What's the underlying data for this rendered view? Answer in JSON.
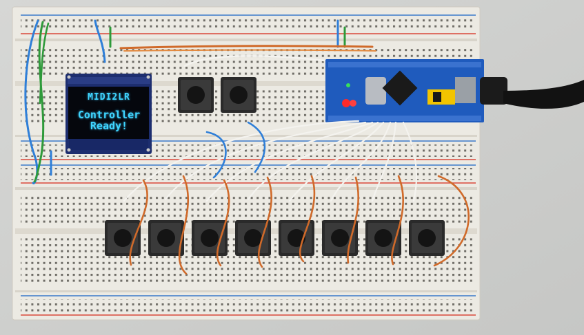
{
  "photo": {
    "subject": "breadboard-midi-controller"
  },
  "oled": {
    "line1": "MIDI2LR",
    "line2": "Controller",
    "line3": "Ready!"
  },
  "colors": {
    "background": "#cfd0ce",
    "breadboard": "#eceae3",
    "rail_red": "#d9483b",
    "rail_blue": "#3a79c9",
    "oled_text": "#3fd6ff",
    "mcu_board": "#1f5bbd",
    "wire_white": "#f4f3ef",
    "wire_orange": "#d06a2a",
    "wire_blue": "#2f7fd8",
    "wire_green": "#2e9a3a"
  },
  "buttons": {
    "top_count": 2,
    "bottom_count": 8
  }
}
